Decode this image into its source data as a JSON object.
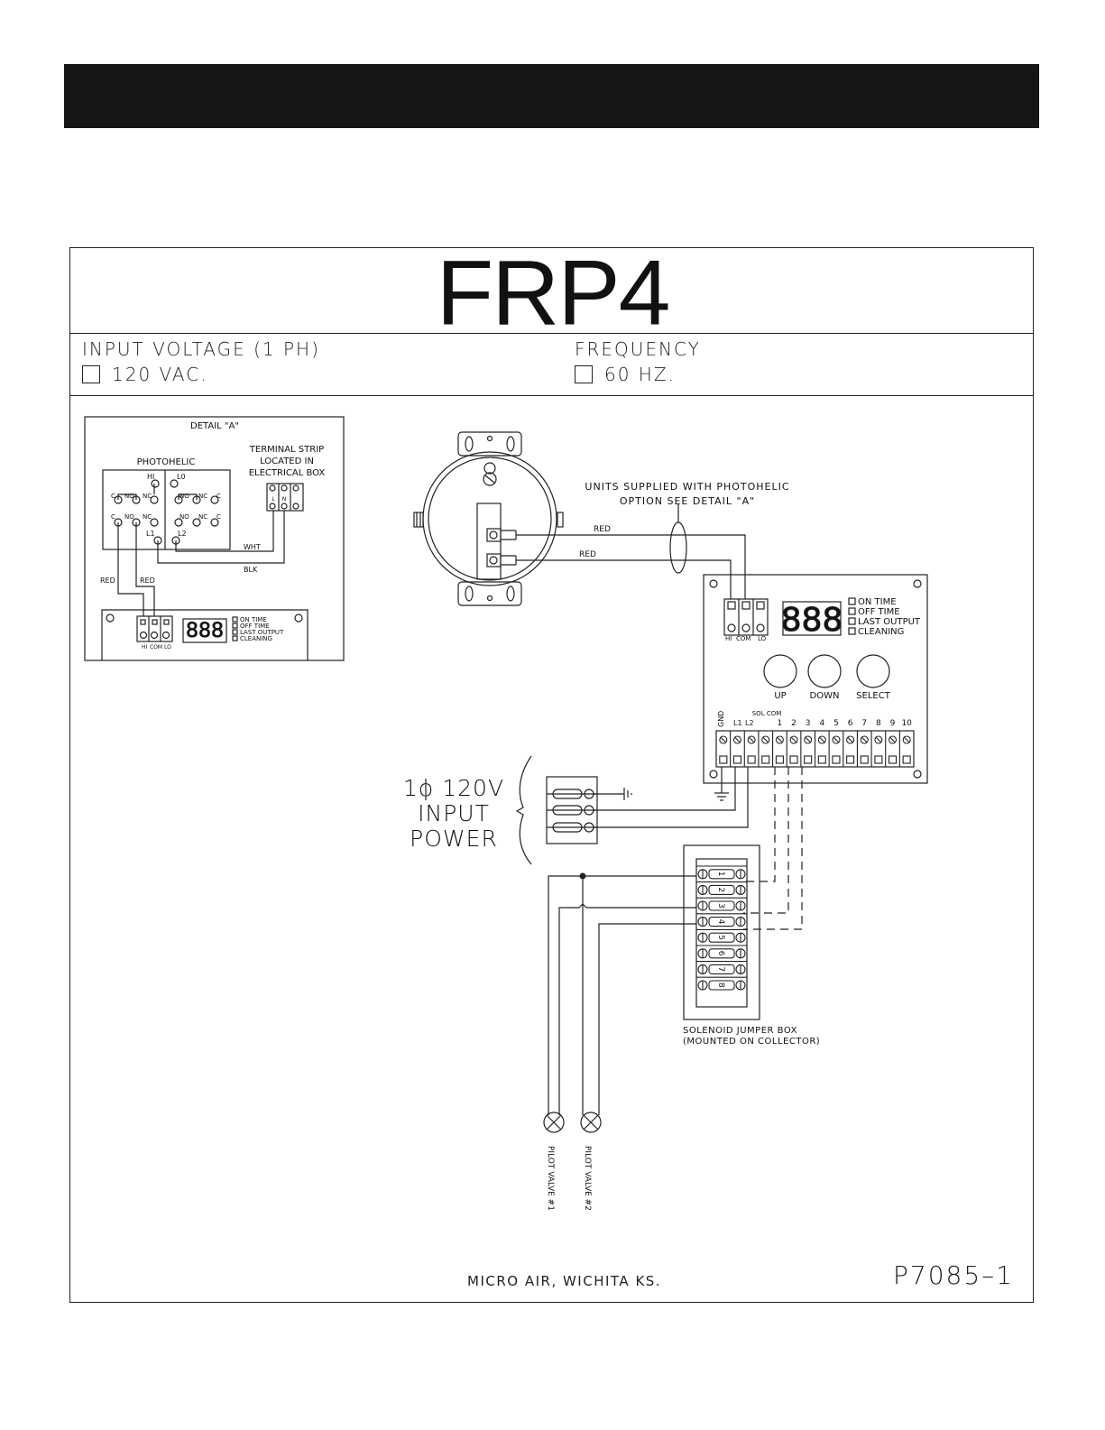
{
  "document": {
    "title": "FRP4",
    "header": {
      "voltage_label": "INPUT VOLTAGE (1 PH)",
      "voltage_option": "120 VAC.",
      "frequency_label": "FREQUENCY",
      "frequency_option": "60 HZ."
    },
    "footer": {
      "manufacturer": "MICRO AIR, WICHITA KS.",
      "drawing_number": "P7085–1"
    }
  },
  "detail_a": {
    "title": "DETAIL \"A\"",
    "photohelic_label": "PHOTOHELIC",
    "terminal_strip_label": [
      "TERMINAL STRIP",
      "LOCATED IN",
      "ELECTRICAL BOX"
    ],
    "terminals": {
      "hi": "HI",
      "lo": "L0",
      "l1": "L1",
      "l2": "L2",
      "c": "C",
      "no": "NO",
      "nc": "NC"
    },
    "strip_terminals": [
      "L",
      "N"
    ],
    "wires": {
      "wht": "WHT",
      "blk": "BLK",
      "red1": "RED",
      "red2": "RED"
    },
    "display": "888",
    "indicators": [
      "ON TIME",
      "OFF TIME",
      "LAST OUTPUT",
      "CLEANING"
    ],
    "block_labels": [
      "HI",
      "COM",
      "LO"
    ]
  },
  "main_diagram": {
    "callout": [
      "UNITS SUPPLIED WITH PHOTOHELIC",
      "OPTION SEE DETAIL \"A\""
    ],
    "wire_labels": [
      "RED",
      "RED"
    ],
    "controller": {
      "display": "888",
      "indicators": [
        "ON TIME",
        "OFF TIME",
        "LAST OUTPUT",
        "CLEANING"
      ],
      "block_labels": [
        "HI",
        "COM",
        "LO"
      ],
      "buttons": [
        "UP",
        "DOWN",
        "SELECT"
      ],
      "terminal_labels": [
        "GND",
        "L1",
        "L2",
        "SOL COM",
        "1",
        "2",
        "3",
        "4",
        "5",
        "6",
        "7",
        "8",
        "9",
        "10"
      ]
    },
    "power": [
      "1ϕ 120V",
      "INPUT",
      "POWER"
    ],
    "jumper_box": {
      "terminals": [
        "1",
        "2",
        "3",
        "4",
        "5",
        "6",
        "7",
        "8"
      ],
      "label": [
        "SOLENOID JUMPER BOX",
        "(MOUNTED ON COLLECTOR)"
      ]
    },
    "pilot_valves": [
      "PILOT VALVE #1",
      "PILOT VALVE #2"
    ]
  }
}
